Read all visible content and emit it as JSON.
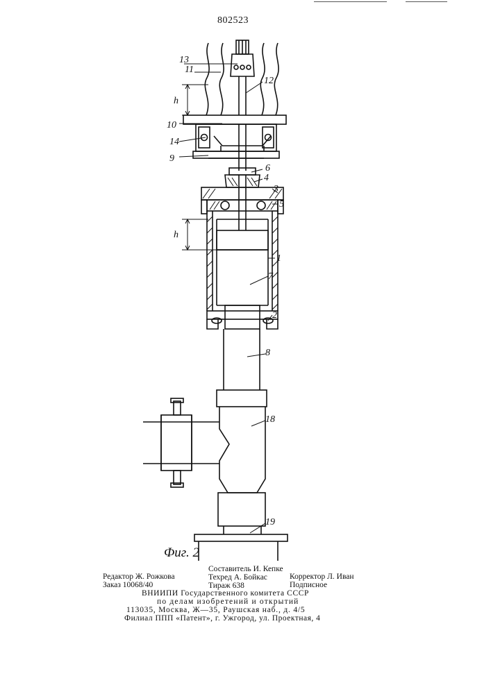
{
  "patent_number": "802523",
  "figure": {
    "caption": "Фиг. 2",
    "labels": {
      "l1": "1",
      "l2": "2",
      "l3": "3",
      "l4": "4",
      "l5": "5",
      "l6": "6",
      "l7": "7",
      "l8": "8",
      "l9": "9",
      "l10": "10",
      "l11": "11",
      "l12": "12",
      "l13": "13",
      "l14": "14",
      "l18": "18",
      "l19": "19",
      "h_top": "h",
      "h_mid": "h"
    }
  },
  "imprint": {
    "composer": "Составитель И. Кепке",
    "editor": "Редактор Ж. Рожкова",
    "techred": "Техред А. Бойкас",
    "corrector": "Корректор Л. Иван",
    "order": "Заказ 10068/40",
    "circulation": "Тираж 638",
    "subscription": "Подписное",
    "org_line1": "ВНИИПИ Государственного комитета СССР",
    "org_line2": "по делам изобретений и открытий",
    "org_line3": "113035, Москва, Ж—35, Раушская наб., д. 4/5",
    "branch": "Филиал ППП «Патент», г. Ужгород, ул. Проектная, 4"
  }
}
